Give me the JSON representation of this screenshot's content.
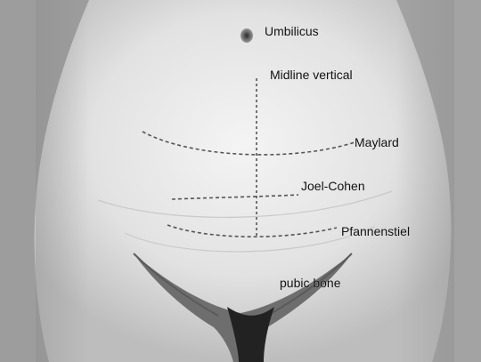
{
  "labels": {
    "umbilicus": "Umbilicus",
    "midline_vertical": "Midline vertical",
    "maylard": "Maylard",
    "joel_cohen": "Joel-Cohen",
    "pfannenstiel": "Pfannenstiel",
    "pubic_bone": "pubic bone"
  },
  "colors": {
    "background": "#dcdcdc",
    "skin_light": "#f0f0f0",
    "skin_shadow": "#9a9a9a",
    "incision_dash": "#555555",
    "text": "#111111"
  }
}
